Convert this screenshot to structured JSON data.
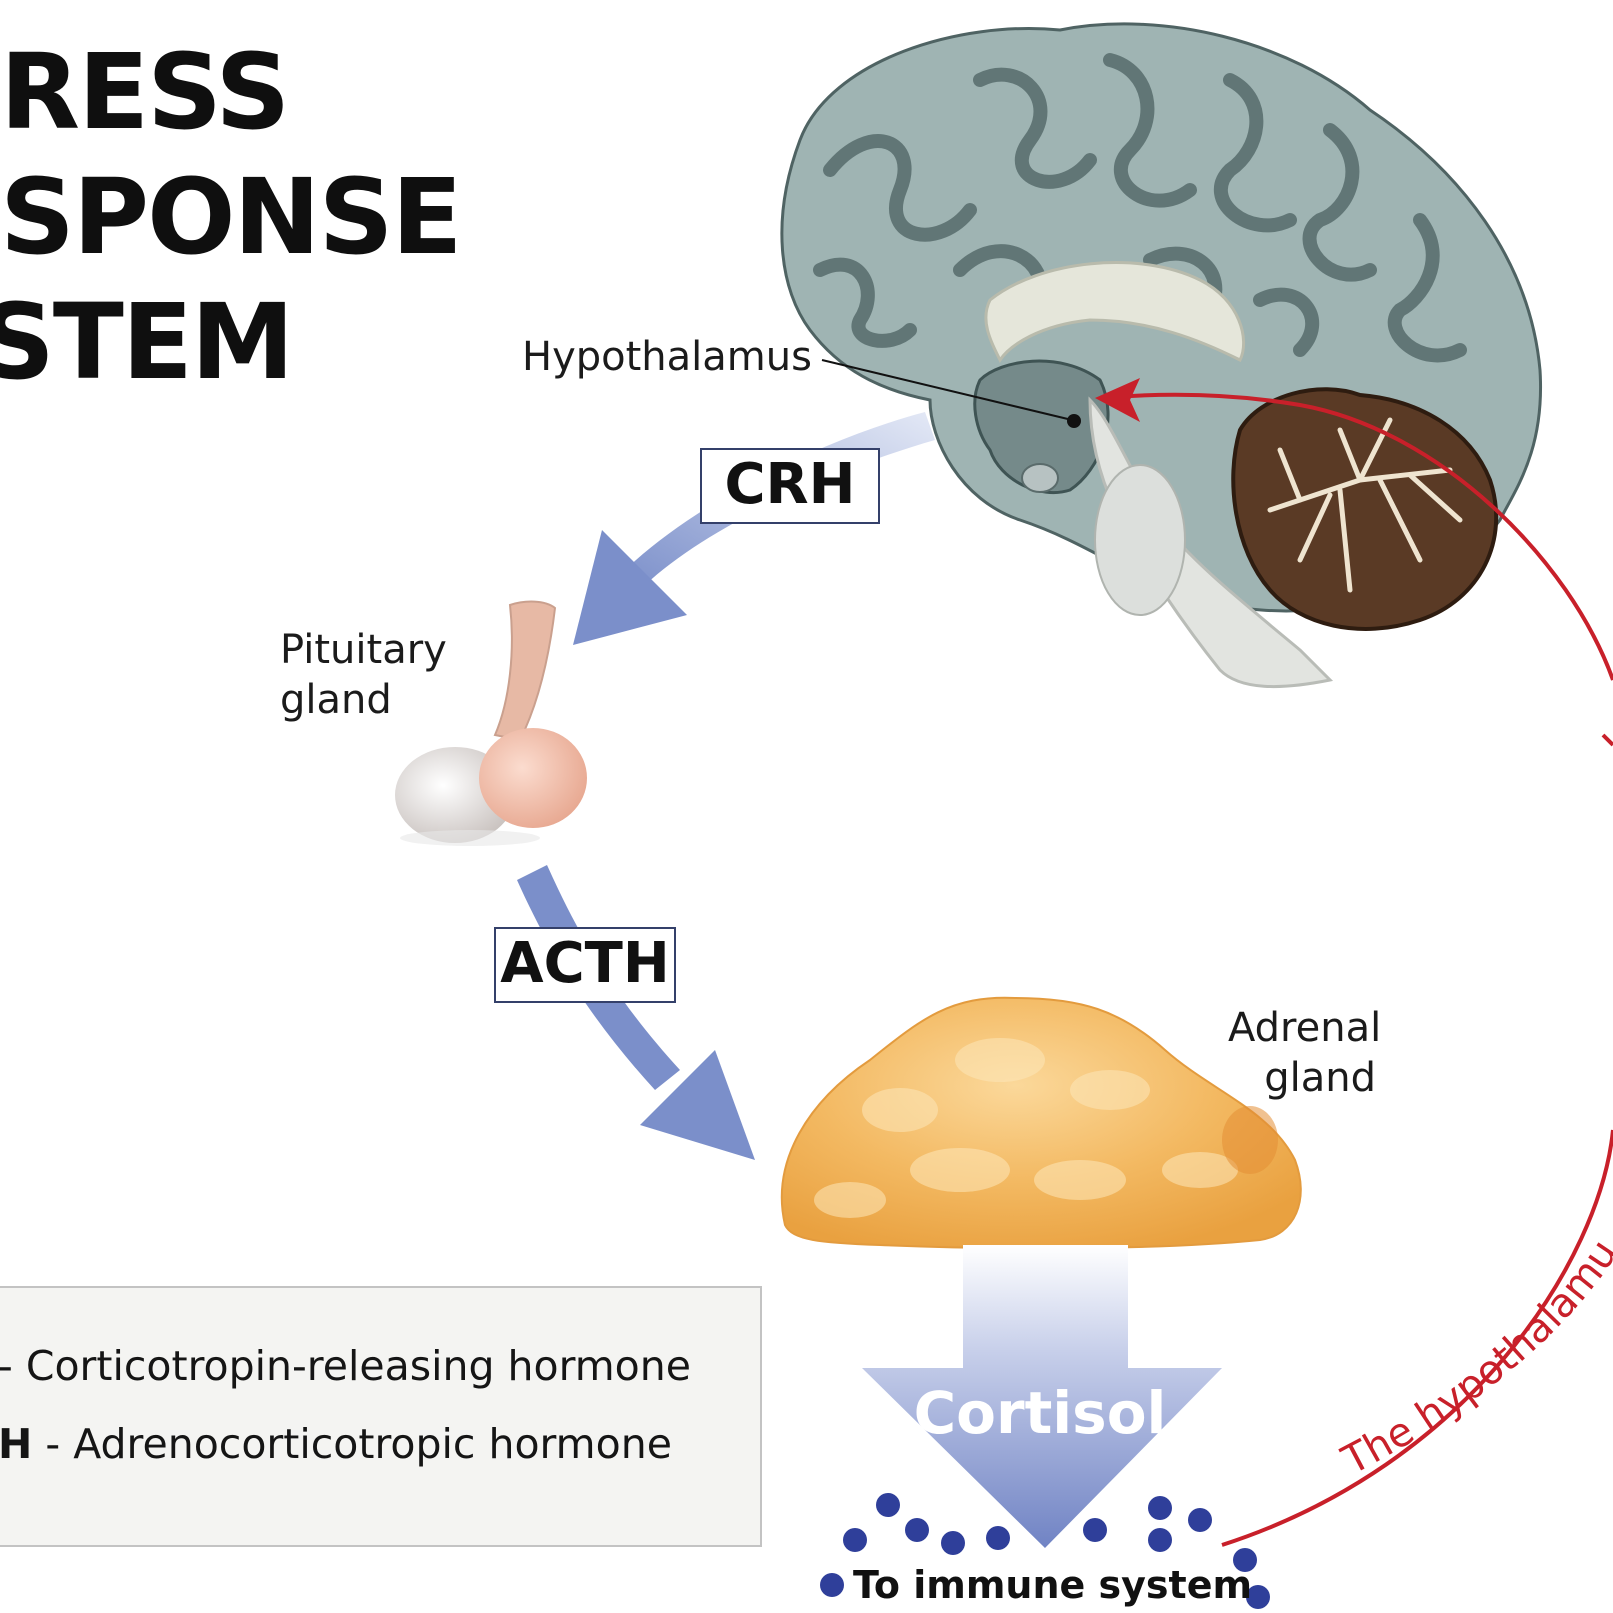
{
  "title": {
    "line1": "RESS",
    "line2": "SPONSE",
    "line3": "STEM"
  },
  "labels": {
    "hypothalamus": "Hypothalamus",
    "pituitary_line1": "Pituitary",
    "pituitary_line2": "gland",
    "adrenal_line1": "Adrenal",
    "adrenal_line2": "gland",
    "cortisol": "Cortisol",
    "immune": "To immune system",
    "feedback": "The hypothalamu"
  },
  "hormones": {
    "crh": "CRH",
    "acth": "ACTH"
  },
  "legend": {
    "row1_abbr": "",
    "row1_text": " - Corticotropin-releasing hormone",
    "row2_abbr": "H",
    "row2_text": " - Adrenocorticotropic hormone"
  },
  "colors": {
    "arrow_blue": "#7b8fca",
    "feedback_red": "#c8202a",
    "brain_fill": "#9fb4b3",
    "adrenal_fill": "#f0b45c",
    "pituitary_fill": "#ebb7a4",
    "cerebellum_fill": "#5a3a25",
    "dot_blue": "#2f3f9a"
  },
  "icons": {
    "brain": "brain-illustration",
    "pituitary": "pituitary-gland-illustration",
    "adrenal": "adrenal-gland-illustration"
  }
}
